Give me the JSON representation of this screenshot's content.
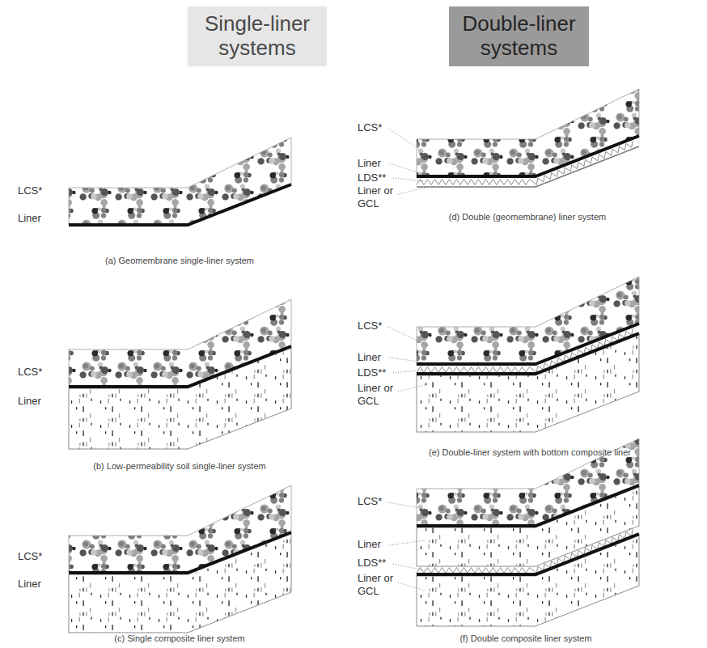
{
  "diagram": {
    "nodes": [
      {
        "text": [
          "Single-liner systems"
        ]
      },
      {
        "text": [
          "Double-liner systems"
        ]
      }
    ],
    "labels": [
      "LCS*",
      "Liner",
      "(a) Geomembrane single-liner system",
      "LCS*",
      "Liner",
      "(b) Low-permeability soil single-liner system",
      "LCS*",
      "Liner",
      "(c) Single composite liner system",
      "LCS*",
      "Liner",
      "LDS**",
      "Liner or GCL",
      "(d) Double (geomembrane) liner system",
      "LCS*",
      "Liner",
      "LDS**",
      "Liner or GCL",
      "(e) Double-liner system with bottom composite liner",
      "LCS*",
      "Liner",
      "LDS**",
      "Liner or GCL",
      "(f) Double composite liner system"
    ]
  }
}
